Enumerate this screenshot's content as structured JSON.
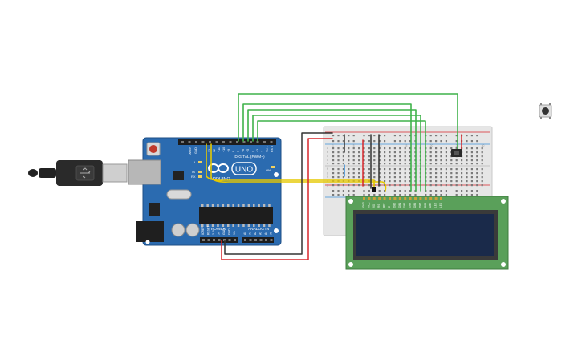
{
  "arduino": {
    "brand": "ARDUINO",
    "model": "UNO",
    "digital_header": "DIGITAL (PWM~)",
    "power_header": "POWER",
    "analog_header": "ANALOG IN",
    "label_tx": "TX",
    "label_rx": "RX",
    "label_l": "L",
    "label_on": "ON",
    "label_aref": "AREF",
    "label_gnd": "GND",
    "digital_pins": [
      "13",
      "12",
      "~11",
      "~10",
      "~9",
      "8",
      "7",
      "~6",
      "~5",
      "4",
      "~3",
      "2",
      "TX 1",
      "RX 0"
    ],
    "power_pins": [
      "IOREF",
      "RESET",
      "3.3V",
      "5V",
      "GND",
      "GND",
      "Vin"
    ],
    "analog_pins": [
      "A0",
      "A1",
      "A2",
      "A3",
      "A4",
      "A5"
    ]
  },
  "breadboard": {
    "col_numbers": [
      "1",
      "5",
      "10",
      "15",
      "20",
      "25",
      "30"
    ],
    "row_letters": [
      "a",
      "b",
      "c",
      "d",
      "e",
      "f",
      "g",
      "h",
      "i",
      "j"
    ]
  },
  "lcd": {
    "pin_labels": [
      "GND",
      "VCC",
      "V0",
      "RS",
      "RW",
      "E",
      "DB0",
      "DB1",
      "DB2",
      "DB3",
      "DB4",
      "DB5",
      "DB6",
      "DB7",
      "LED",
      "LED"
    ]
  },
  "colors": {
    "board_blue": "#2b6bb0",
    "board_edge": "#1f4f86",
    "pcb_green": "#5aa05a",
    "lcd_screen": "#1a2a4a",
    "wire_green": "#3fb24a",
    "wire_yellow": "#e6c800",
    "wire_red": "#d8262b",
    "wire_black": "#333333",
    "wire_blue": "#3a8fd8"
  }
}
